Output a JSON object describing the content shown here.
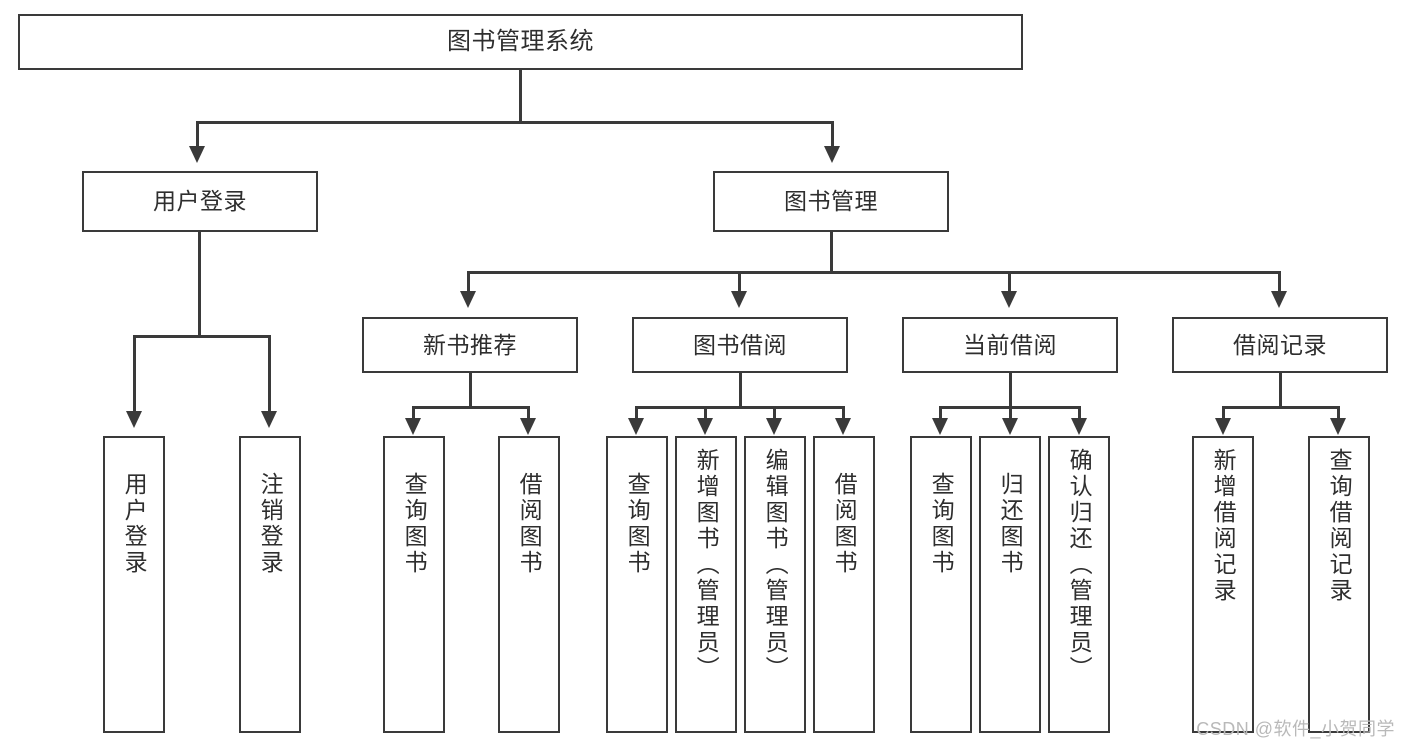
{
  "diagram": {
    "title": "图书管理系统",
    "type": "tree",
    "watermark": "CSDN @软件_小贺同学",
    "stroke_color": "#3a3a3a",
    "text_color": "#2e2e2e",
    "background_color": "#ffffff"
  },
  "nodes": {
    "root": {
      "label": "图书管理系统"
    },
    "level2": [
      {
        "id": "user-login",
        "label": "用户登录"
      },
      {
        "id": "book-manage",
        "label": "图书管理"
      }
    ],
    "level3": [
      {
        "id": "new-book-rec",
        "label": "新书推荐"
      },
      {
        "id": "book-borrow",
        "label": "图书借阅"
      },
      {
        "id": "current-borrow",
        "label": "当前借阅"
      },
      {
        "id": "borrow-record",
        "label": "借阅记录"
      }
    ],
    "leaves": {
      "user_login": [
        {
          "id": "leaf-user-login",
          "label": "用户登录"
        },
        {
          "id": "leaf-logout-login",
          "label": "注销登录"
        }
      ],
      "new_book_rec": [
        {
          "id": "leaf-query-book-1",
          "label": "查询图书"
        },
        {
          "id": "leaf-borrow-book-1",
          "label": "借阅图书"
        }
      ],
      "book_borrow": [
        {
          "id": "leaf-query-book-2",
          "label": "查询图书"
        },
        {
          "id": "leaf-add-book",
          "label": "新增图书（管理员）"
        },
        {
          "id": "leaf-edit-book",
          "label": "编辑图书（管理员）"
        },
        {
          "id": "leaf-borrow-book-2",
          "label": "借阅图书"
        }
      ],
      "current_borrow": [
        {
          "id": "leaf-query-book-3",
          "label": "查询图书"
        },
        {
          "id": "leaf-return-book",
          "label": "归还图书"
        },
        {
          "id": "leaf-confirm-return",
          "label": "确认归还（管理员）"
        }
      ],
      "borrow_record": [
        {
          "id": "leaf-add-record",
          "label": "新增借阅记录"
        },
        {
          "id": "leaf-query-record",
          "label": "查询借阅记录"
        }
      ]
    }
  }
}
